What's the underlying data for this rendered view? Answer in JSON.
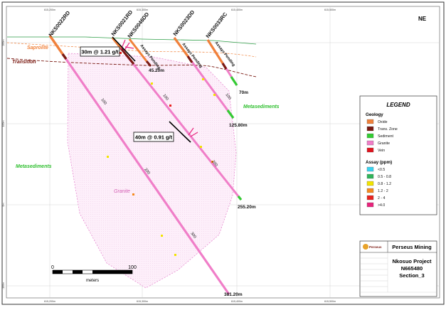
{
  "section": {
    "direction": "NE",
    "top_ticks": [
      "615,200m",
      "615,300m",
      "615,400m",
      "615,500m"
    ],
    "bottom_ticks": [
      "615,200m",
      "615,300m",
      "615,400m",
      "615,500m"
    ],
    "left_ticks": [
      "200m",
      "100m",
      "0m",
      "-100m"
    ]
  },
  "holes": [
    {
      "id": "NKS0022RD",
      "depth_label": "",
      "assays": "",
      "down_ticks": [
        "100",
        "200",
        "300"
      ]
    },
    {
      "id": "NKS0021RD",
      "depth_label": "381.20m",
      "assays": "",
      "down_ticks": []
    },
    {
      "id": "NKS0046DD",
      "depth_label": "255.20m",
      "assays": "Assays Pending",
      "down_ticks": [
        "100",
        "200"
      ]
    },
    {
      "id": "NKS0023DD",
      "depth_label": "125.80m",
      "assays": "Assays Pending",
      "down_ticks": [
        "100"
      ]
    },
    {
      "id": "NKS0033RC",
      "depth_label": "70m",
      "assays": "Assays Pending",
      "down_ticks": []
    },
    {
      "id": "",
      "depth_label": "45.20m",
      "assays": "",
      "down_ticks": []
    }
  ],
  "intercepts": [
    {
      "text": "30m @ 1.21 g/t"
    },
    {
      "text": "40m @ 0.91 g/t"
    }
  ],
  "units": {
    "saprolite": "Saprolite",
    "transition": "Transition",
    "metasediments_left": "Metasediments",
    "metasediments_right": "Metasediments",
    "granite": "Granite"
  },
  "scale": {
    "start": "0",
    "end": "100",
    "unit": "meters"
  },
  "legend": {
    "title": "LEGEND",
    "geology_title": "Geology",
    "geology": [
      {
        "label": "Oxide",
        "color": "#f0813a"
      },
      {
        "label": "Trans. Zone",
        "color": "#7a1a12"
      },
      {
        "label": "Sediment",
        "color": "#33cc33"
      },
      {
        "label": "Granite",
        "color": "#f07ec8"
      },
      {
        "label": "Vein",
        "color": "#e0141e"
      }
    ],
    "assay_title": "Assay (ppm)",
    "assay": [
      {
        "label": "<0.5",
        "color": "#39d3f0"
      },
      {
        "label": "0.5 - 0.8",
        "color": "#30b45a"
      },
      {
        "label": "0.8 - 1.2",
        "color": "#f2e400"
      },
      {
        "label": "1.2 - 2",
        "color": "#f58a1f"
      },
      {
        "label": "2 - 4",
        "color": "#e8231f"
      },
      {
        "label": ">4.0",
        "color": "#e8237c"
      }
    ]
  },
  "title_block": {
    "company": "Perseus Mining",
    "logo_text": "Perseus",
    "project": "Nkosuo Project",
    "line2": "N665480",
    "line3": "Section_3"
  }
}
